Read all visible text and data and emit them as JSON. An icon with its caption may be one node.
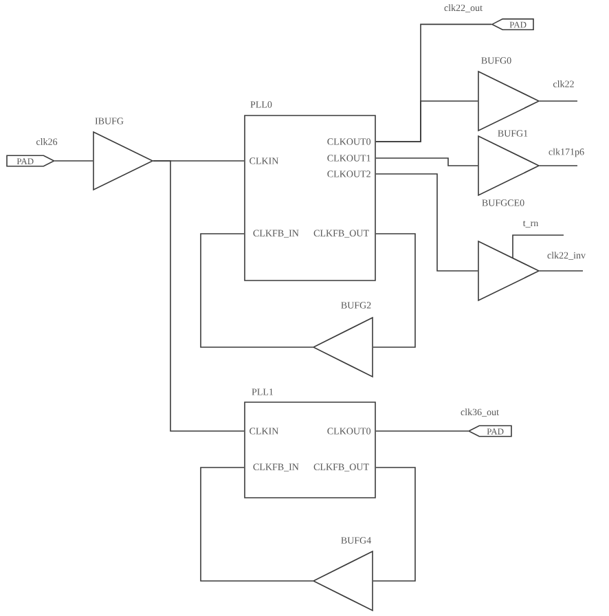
{
  "diagram": {
    "nodes": [
      {
        "text": [
          "PAD"
        ],
        "beside": [
          "clk26"
        ]
      },
      {
        "text": [
          "IBUFG"
        ]
      },
      {
        "text": [
          "PLL0",
          "CLKIN",
          "CLKOUT0",
          "CLKOUT1",
          "CLKOUT2",
          "CLKFB_IN",
          "CLKFB_OUT"
        ]
      },
      {
        "text": [
          "PAD"
        ],
        "beside": [
          "clk22_out"
        ]
      },
      {
        "text": [
          "BUFG0"
        ]
      },
      {
        "text": [
          "BUFG1",
          "BUFGCE0"
        ]
      },
      {
        "text": [],
        "shape": "triangle"
      },
      {
        "text": [
          "BUFG2"
        ]
      },
      {
        "text": [
          "PLL1",
          "CLKIN",
          "CLKOUT0",
          "CLKFB_IN",
          "CLKFB_OUT"
        ]
      },
      {
        "text": [
          "PAD"
        ],
        "beside": [
          "clk36_out"
        ]
      },
      {
        "text": [
          "BUFG4"
        ]
      }
    ],
    "edges": [
      {
        "from": 0,
        "to": 1,
        "arrow": "none"
      },
      {
        "from": 1,
        "to": 2,
        "arrow": "none"
      },
      {
        "from": 1,
        "to": 8,
        "arrow": "none"
      },
      {
        "from": 2,
        "to": 3,
        "arrow": "none"
      },
      {
        "from": 2,
        "to": 4,
        "arrow": "none"
      },
      {
        "from": 2,
        "to": 5,
        "arrow": "none"
      },
      {
        "from": 2,
        "to": 6,
        "arrow": "none"
      },
      {
        "from": 4,
        "to": null,
        "arrow": "none",
        "label": "clk22"
      },
      {
        "from": 5,
        "to": null,
        "arrow": "none",
        "label": "clk171p6"
      },
      {
        "from": null,
        "to": 6,
        "arrow": "none",
        "label": "t_rn"
      },
      {
        "from": 6,
        "to": null,
        "arrow": "none",
        "label": "clk22_inv"
      },
      {
        "from": 2,
        "to": 7,
        "arrow": "none"
      },
      {
        "from": 7,
        "to": 2,
        "arrow": "none"
      },
      {
        "from": 8,
        "to": 9,
        "arrow": "none"
      },
      {
        "from": 8,
        "to": 10,
        "arrow": "none"
      },
      {
        "from": 10,
        "to": 8,
        "arrow": "none"
      }
    ]
  }
}
